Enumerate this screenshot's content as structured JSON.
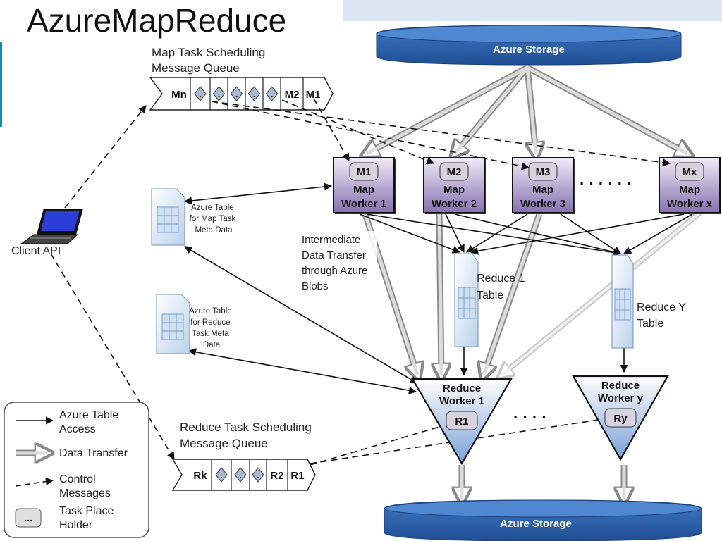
{
  "title": "AzureMapReduce",
  "storage_top": "Azure Storage",
  "storage_bottom": "Azure Storage",
  "map_queue": {
    "label_line1": "Map Task Scheduling",
    "label_line2": "Message Queue",
    "cells": [
      "Mn",
      ".",
      ".",
      ".",
      ".",
      ".",
      "M2",
      "M1"
    ]
  },
  "reduce_queue": {
    "label_line1": "Reduce Task Scheduling",
    "label_line2": "Message Queue",
    "cells": [
      "Rk",
      ".",
      ".",
      ".",
      "R2",
      "R1"
    ]
  },
  "map_workers": [
    {
      "tag": "M1",
      "line1": "Map",
      "line2": "Worker 1"
    },
    {
      "tag": "M2",
      "line1": "Map",
      "line2": "Worker 2"
    },
    {
      "tag": "M3",
      "line1": "Map",
      "line2": "Worker 3"
    },
    {
      "tag": "Mx",
      "line1": "Map",
      "line2": "Worker x"
    }
  ],
  "map_ellipsis": "· · · · · ·",
  "reduce_workers": [
    {
      "tag": "R1",
      "line1": "Reduce",
      "line2": "Worker 1"
    },
    {
      "tag": "Ry",
      "line1": "Reduce",
      "line2": "Worker y"
    }
  ],
  "reduce_ellipsis": "· · · ·",
  "client_label": "Client API",
  "map_table": {
    "lines": [
      "Azure Table",
      "for Map Task",
      "Meta Data"
    ]
  },
  "reduce_meta_table": {
    "lines": [
      "Azure Table",
      "for Reduce",
      "Task Meta",
      "Data"
    ]
  },
  "reduce1_table": {
    "line1": "Reduce 1",
    "line2": "Table"
  },
  "reducey_table": {
    "line1": "Reduce Y",
    "line2": "Table"
  },
  "intermediate": {
    "lines": [
      "Intermediate",
      "Data Transfer",
      "through Azure",
      "Blobs"
    ]
  },
  "legend": {
    "table_access": [
      "Azure Table",
      "Access"
    ],
    "data_transfer": [
      "Data Transfer"
    ],
    "control": [
      "Control",
      "Messages"
    ],
    "placeholder": [
      "Task Place",
      "Holder"
    ],
    "placeholder_icon": "..."
  },
  "colors": {
    "storage": "#2a5ea8",
    "map_worker_top": "#ece6f3",
    "map_worker_bottom": "#8a78b2",
    "reduce_top": "#ffffff",
    "reduce_bottom": "#7ea1d6",
    "table_fill": "#dde9f6"
  }
}
